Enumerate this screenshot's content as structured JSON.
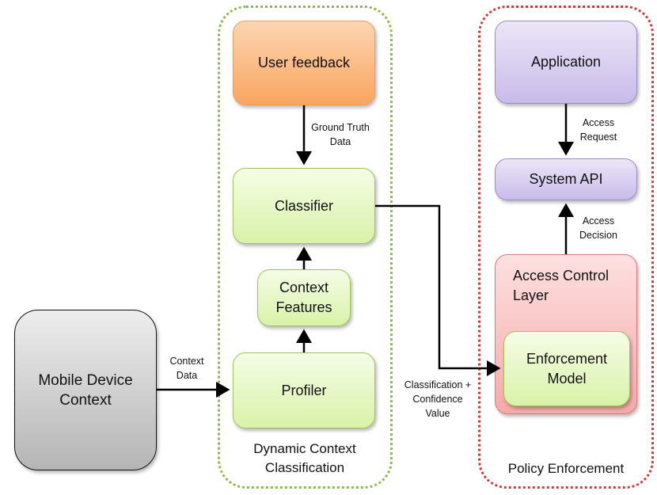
{
  "groups": {
    "dynamic_context": {
      "label": "Dynamic Context\nClassification",
      "border_color": "#8dbb47"
    },
    "policy_enforcement": {
      "label": "Policy Enforcement",
      "border_color": "#d33b3b"
    }
  },
  "nodes": {
    "user_feedback": "User feedback",
    "classifier": "Classifier",
    "context_features": "Context\nFeatures",
    "profiler": "Profiler",
    "mobile_device_context": "Mobile Device\nContext",
    "application": "Application",
    "system_api": "System API",
    "access_control_layer": "Access Control\nLayer",
    "enforcement_model": "Enforcement\nModel"
  },
  "edge_labels": {
    "ground_truth": "Ground Truth\nData",
    "context_data": "Context\nData",
    "classification_confidence": "Classification +\nConfidence\nValue",
    "access_request": "Access\nRequest",
    "access_decision": "Access\nDecision"
  },
  "colors": {
    "green": "#d9f2a8",
    "orange": "#f9a55f",
    "purple": "#c9bbea",
    "gray": "#b5b5b5",
    "red": "#f7a9a9"
  }
}
